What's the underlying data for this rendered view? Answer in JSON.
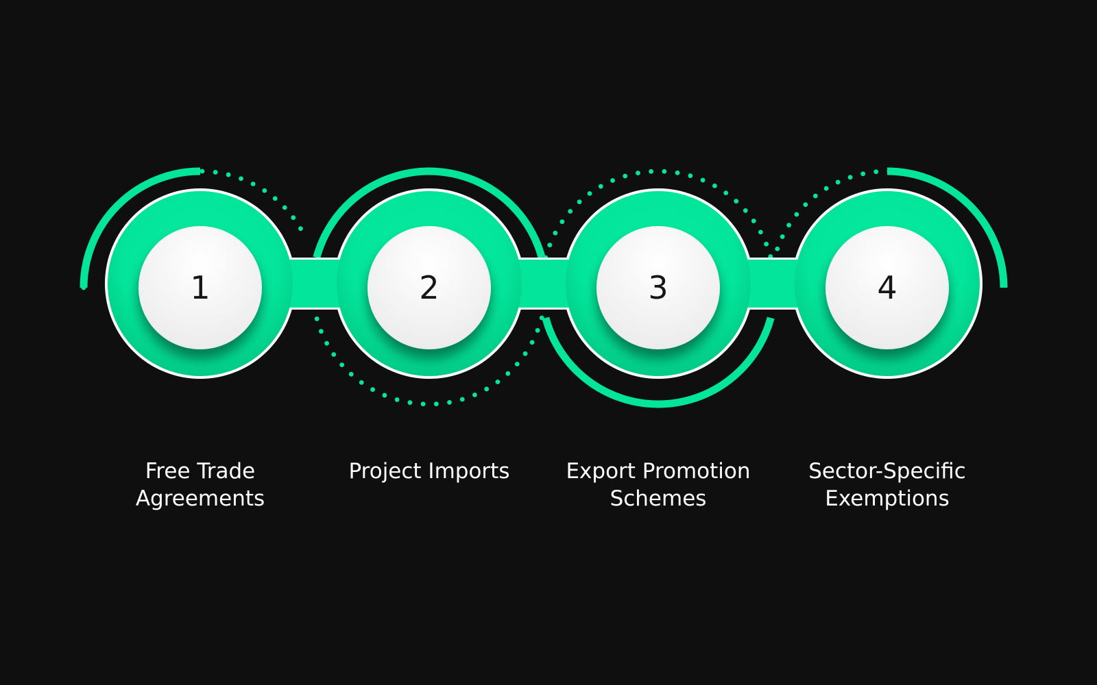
{
  "colors": {
    "background": "#0f0f0f",
    "accent": "#03e59a",
    "accent_dark": "#029a68",
    "inner": "#fafafa",
    "outline": "#ffffff",
    "text": "#ffffff",
    "number": "#161616"
  },
  "steps": [
    {
      "number": "1",
      "label_lines": [
        "Free Trade",
        "Agreements"
      ],
      "ring_style": "solid-bottom-left"
    },
    {
      "number": "2",
      "label_lines": [
        "Project Imports"
      ],
      "ring_style": "solid-top"
    },
    {
      "number": "3",
      "label_lines": [
        "Export Promotion",
        "Schemes"
      ],
      "ring_style": "solid-bottom"
    },
    {
      "number": "4",
      "label_lines": [
        "Sector-Specific",
        "Exemptions"
      ],
      "ring_style": "solid-top-right"
    }
  ]
}
